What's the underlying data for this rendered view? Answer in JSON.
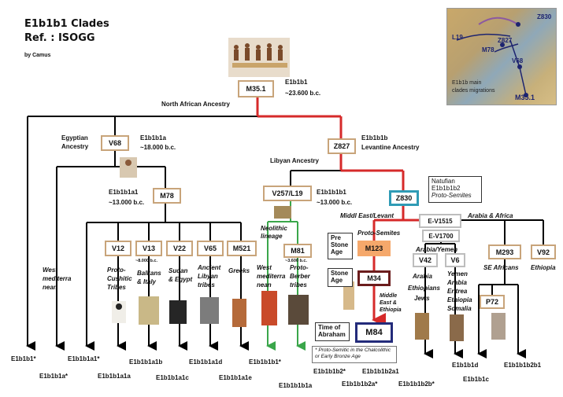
{
  "header": {
    "title": "E1b1b1 Clades",
    "ref": "Ref. : ISOGG",
    "author": "by Camus"
  },
  "map": {
    "labels": [
      "Z830",
      "L19",
      "Z827",
      "M78",
      "V68",
      "M35.1"
    ],
    "caption_line1": "E1b1b main",
    "caption_line2": "clades migrations"
  },
  "nodes": {
    "m35_1": "M35.1",
    "v68": "V68",
    "z827": "Z827",
    "m78": "M78",
    "v257": "V257/L19",
    "z830": "Z830",
    "v12": "V12",
    "v13": "V13",
    "v22": "V22",
    "v65": "V65",
    "m521": "M521",
    "m81": "M81",
    "m123": "M123",
    "e_v1515": "E-V1515",
    "e_v1700": "E-V1700",
    "m34": "M34",
    "m84": "M84",
    "v42": "V42",
    "v6": "V6",
    "m293": "M293",
    "v92": "V92",
    "p72": "P72"
  },
  "labels": {
    "e1b1b1": "E1b1b1",
    "m35_age": "~23.600 b.c.",
    "north_african": "North African Ancestry",
    "egyptian_l1": "Egyptian",
    "egyptian_l2": "Ancestry",
    "e1b1b1a": "E1b1b1a",
    "v68_age": "~18.000 b.c.",
    "e1b1b1b": "E1b1b1b",
    "levantine": "Levantine Ancestry",
    "libyan": "Libyan Ancestry",
    "e1b1b1a1": "E1b1b1a1",
    "m78_age": "~13.000 b.c.",
    "e1b1b1b1": "E1b1b1b1",
    "v257_age": "~13.000 b.c.",
    "natufian_l1": "Natufian",
    "natufian_l2": "E1b1b1b2",
    "natufian_l3": "Proto-Semites",
    "middle_east": "Middl East/Levant",
    "arabia_africa": "Arabia & Africa",
    "proto_semites": "Proto-Semites",
    "neolithic_l1": "Neolithic",
    "neolithic_l2": "lineage",
    "pre_stone_l1": "Pre",
    "pre_stone_l2": "Stone",
    "pre_stone_l3": "Age",
    "stone_l1": "Stone",
    "stone_l2": "Age",
    "time_abraham_l1": "Time of",
    "time_abraham_l2": "Abraham",
    "arabia_yemen": "Arabia/Yemen",
    "v13_age": "~8.000 b.c.",
    "m81_age": "~3.600 b.c.",
    "west_med_l1": "West",
    "west_med_l2": "mediterra",
    "west_med_l3": "nean",
    "proto_cushitic_l1": "Proto-",
    "proto_cushitic_l2": "Cushitic",
    "proto_cushitic_l3": "Tribes",
    "balkans_l1": "Balkans",
    "balkans_l2": "& Italy",
    "sudan_l1": "Sudan",
    "sudan_l2": "& Egypt",
    "ancient_libyan_l1": "Ancient",
    "ancient_libyan_l2": "Libyan",
    "ancient_libyan_l3": "tribes",
    "greeks": "Greeks",
    "west_med2_l1": "West",
    "west_med2_l2": "mediterra",
    "west_med2_l3": "nean",
    "proto_berber_l1": "Proto-",
    "proto_berber_l2": "Berber",
    "proto_berber_l3": "tribes",
    "mid_east_eth_l1": "Middle",
    "mid_east_eth_l2": "East &",
    "mid_east_eth_l3": "Ethiopia",
    "arabia_eth_l1": "Arabia",
    "arabia_eth_l2": "Ethiopians",
    "arabia_eth_l3": "Jews",
    "yemen_l1": "Yemen",
    "yemen_l2": "Arabia",
    "yemen_l3": "Eritrea",
    "yemen_l4": "Ethiopia",
    "yemen_l5": "Somalia",
    "se_africans": "SE Africans",
    "ethiopia": "Ethiopia",
    "chalcolithic_l1": "* Proto-Semitic in the Chalcolithic",
    "chalcolithic_l2": "or Early Bronze Age"
  },
  "tips": {
    "t1": "E1b1b1*",
    "t2": "E1b1b1a*",
    "t3": "E1b1b1a1*",
    "t4": "E1b1b1a1a",
    "t5": "E1b1b1a1b",
    "t6": "E1b1b1a1c",
    "t7": "E1b1b1a1d",
    "t8": "E1b1b1a1e",
    "t9": "E1b1b1b1*",
    "t10": "E1b1b1b1a",
    "t11": "E1b1b1b2*",
    "t12": "E1b1b1b2a*",
    "t13": "E1b1b1b2a1",
    "t14": "E1b1b1b2b*",
    "t15": "E1b1b1d",
    "t16": "E1b1b1c",
    "t17": "E1b1b1b2b1"
  },
  "colors": {
    "main_line": "#000000",
    "red_path": "#d62a2a",
    "green_path": "#3aa64a",
    "node_border": "#c8a47a",
    "z830_border": "#2f9bb5",
    "m34_border": "#6b1d1d",
    "m84_border": "#232b7a",
    "m123_fill": "#f5a86b"
  }
}
